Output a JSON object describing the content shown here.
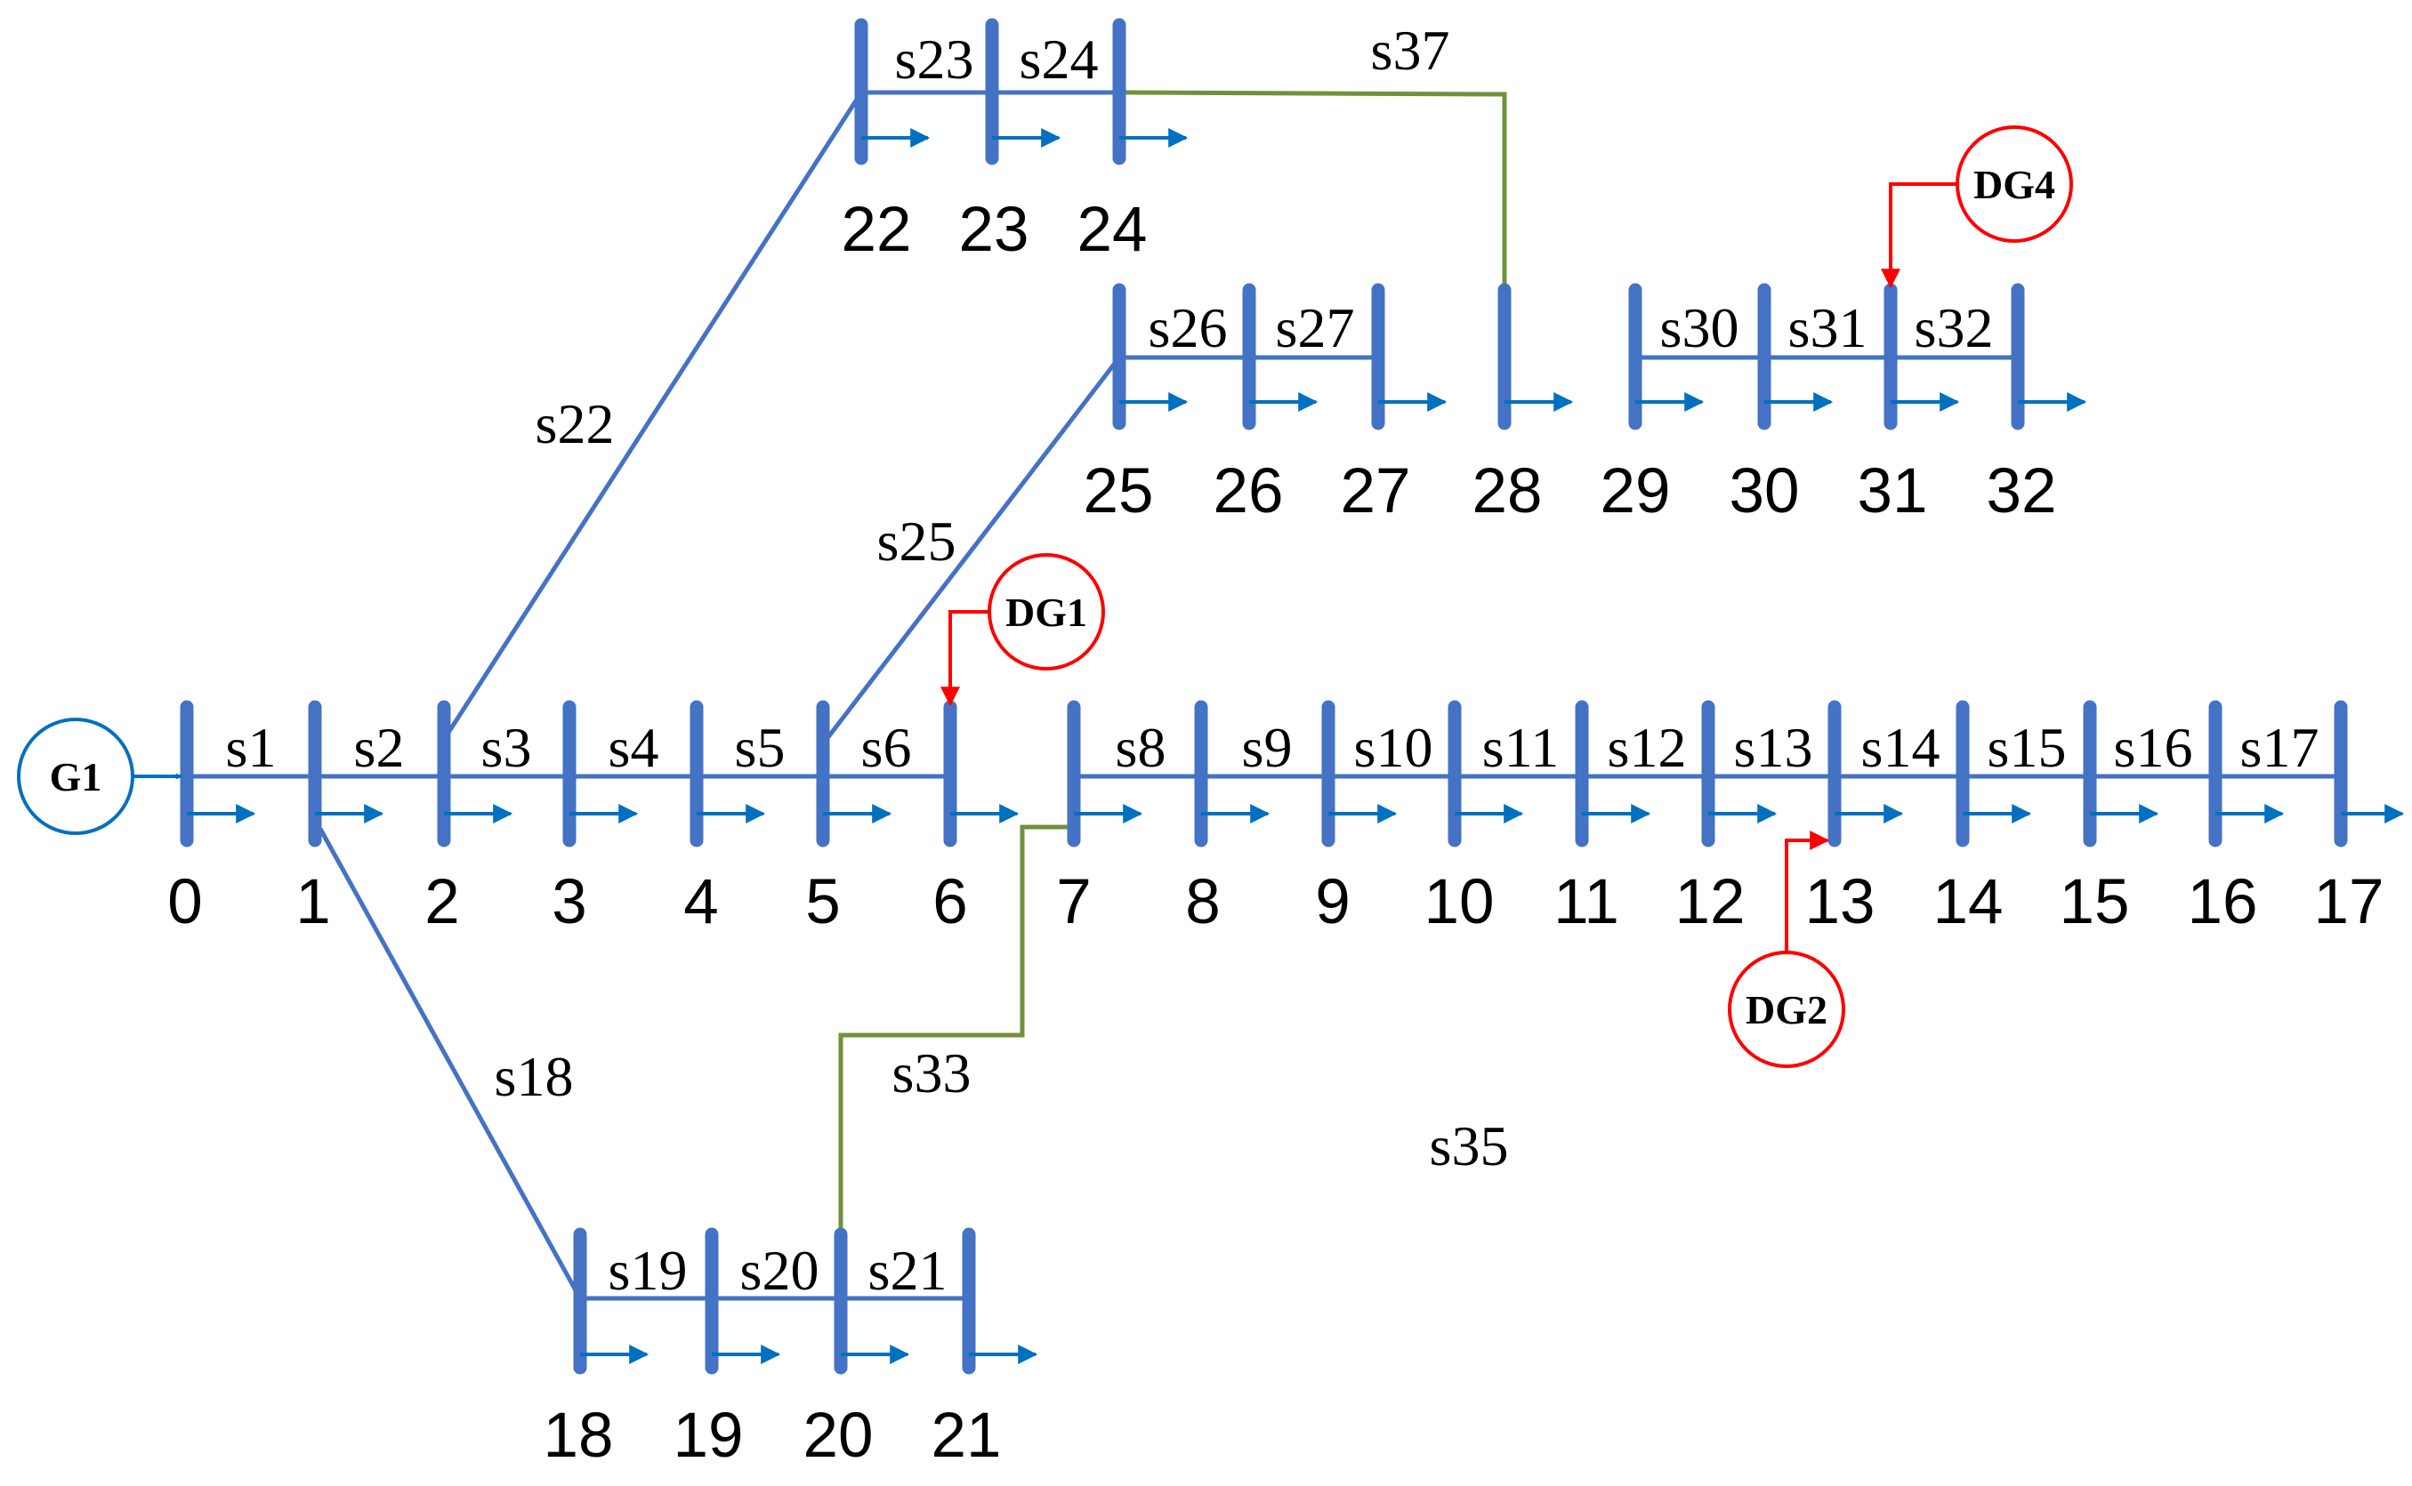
{
  "colors": {
    "bus": "#4472C4",
    "line": "#4472C4",
    "load": "#0070C0",
    "tie": "#70913B",
    "dg": "#FF0000",
    "g1": "#0070C0",
    "text": "#000000"
  },
  "buses": [
    "0",
    "1",
    "2",
    "3",
    "4",
    "5",
    "6",
    "7",
    "8",
    "9",
    "10",
    "11",
    "12",
    "13",
    "14",
    "15",
    "16",
    "17",
    "18",
    "19",
    "20",
    "21",
    "22",
    "23",
    "24",
    "25",
    "26",
    "27",
    "28",
    "29",
    "30",
    "31",
    "32"
  ],
  "sections": {
    "s1": "s1",
    "s2": "s2",
    "s3": "s3",
    "s4": "s4",
    "s5": "s5",
    "s6": "s6",
    "s8": "s8",
    "s9": "s9",
    "s10": "s10",
    "s11": "s11",
    "s12": "s12",
    "s13": "s13",
    "s14": "s14",
    "s15": "s15",
    "s16": "s16",
    "s17": "s17",
    "s18": "s18",
    "s19": "s19",
    "s20": "s20",
    "s21": "s21",
    "s22": "s22",
    "s23": "s23",
    "s24": "s24",
    "s25": "s25",
    "s26": "s26",
    "s27": "s27",
    "s30": "s30",
    "s31": "s31",
    "s32": "s32",
    "s33": "s33",
    "s35": "s35",
    "s37": "s37"
  },
  "generators": {
    "g1": "G1",
    "dg1": "DG1",
    "dg2": "DG2",
    "dg4": "DG4"
  }
}
